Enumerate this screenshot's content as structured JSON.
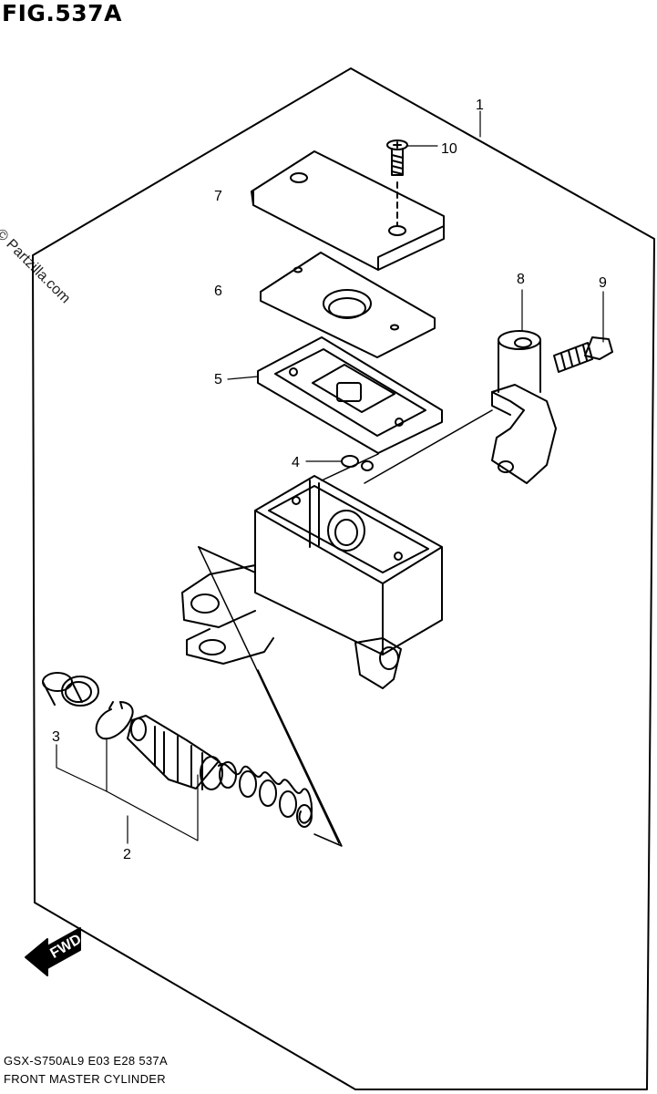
{
  "figure": {
    "title": "FIG.537A",
    "watermark": "© Partzilla.com",
    "model_code": "GSX-S750AL9  E03  E28  537A",
    "caption": "FRONT MASTER CYLINDER",
    "fwd_label": "FWD"
  },
  "callouts": [
    {
      "id": "1",
      "part": "master cylinder assembly"
    },
    {
      "id": "2",
      "part": "piston set"
    },
    {
      "id": "3",
      "part": "dust boot"
    },
    {
      "id": "4",
      "part": "float"
    },
    {
      "id": "5",
      "part": "plate"
    },
    {
      "id": "6",
      "part": "diaphragm"
    },
    {
      "id": "7",
      "part": "reservoir cap"
    },
    {
      "id": "8",
      "part": "holder"
    },
    {
      "id": "9",
      "part": "holder bolt"
    },
    {
      "id": "10",
      "part": "cap screw"
    }
  ]
}
